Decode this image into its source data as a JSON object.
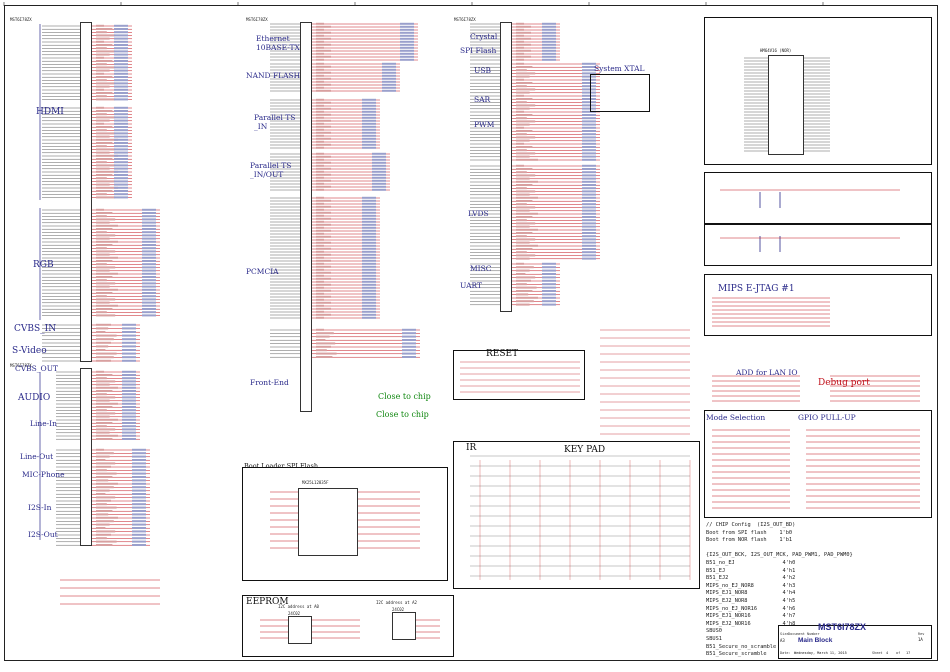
{
  "sheet": {
    "chips": {
      "u1a": "MST6I78ZX",
      "u1b": "MST6I78ZX",
      "u1c": "MST6I78ZX",
      "u1d": "MST6I78ZX",
      "flash_part": "MX25L12835F",
      "nor_flash": "HM64V16 (NOR)",
      "eeprom_a": "24C02",
      "eeprom_b": "24C02"
    },
    "left_sections": {
      "hdmi": "HDMI",
      "rgb": "RGB",
      "cvbs_in": "CVBS_IN",
      "svideo": "S-Video",
      "cvbs_out": "CVBS_OUT",
      "audio": "AUDIO",
      "line_in": "Line-In",
      "line_out": "Line-Out",
      "mic": "MIC-Phone",
      "i2s_in": "I2S-In",
      "i2s_out": "I2S-Out"
    },
    "mid_sections": {
      "ethernet": "Ethernet\n10BASE-TX",
      "nand": "NAND FLASH",
      "par_in": "Parallel TS\n_IN",
      "par_inout": "Parallel TS\n_IN/OUT",
      "pcmcia": "PCMCIA",
      "front_end": "Front-End",
      "close1": "Close to chip",
      "close2": "Close to chip"
    },
    "right_sections": {
      "crystal": "Crystal",
      "spi_flash": "SPI Flash",
      "usb": "USB",
      "sar": "SAR",
      "pwm": "PWM",
      "lvds": "LVDS",
      "misc": "MISC",
      "uart": "UART",
      "system_xtal": "System XTAL",
      "reset": "RESET",
      "ir": "IR",
      "key_pad": "KEY PAD",
      "mips_ejtag": "MIPS E-JTAG #1",
      "add_lan": "ADD for LAN IO",
      "debug_port": "Debug port",
      "boot_spi": "Boot Loader SPI Flash",
      "eeprom": "EEPROM",
      "mode_selection": "Mode Selection",
      "gpio_pullup": "GPIO PULL-UP",
      "eeprom_addr1": "I2C address at A0",
      "eeprom_addr2": "I2C address at A2"
    },
    "mode_text": [
      "// CHIP Config  (I2S_OUT_BD)",
      "Boot from SPI flash    1'b0",
      "Boot from NOR flash    1'b1",
      "",
      "{I2S_OUT_BCK, I2S_OUT_MCK, PAD_PWM1, PAD_PWM0}",
      "B51_no_EJ               4'h0",
      "B51_EJ                  4'h1",
      "B51_EJ2                 4'h2",
      "MIPS_no_EJ_NOR8         4'h3",
      "MIPS_EJ1_NOR8           4'h4",
      "MIPS_EJ2_NOR8           4'h5",
      "MIPS_no_EJ_NOR16        4'h6",
      "MIPS_EJ1_NOR16          4'h7",
      "MIPS_EJ2_NOR16          4'h8",
      "SBUS0                   4'h9",
      "SBUS1                   4'ha",
      "B51_Secure_no_scramble  4'hb",
      "B51_Secure_scramble     4'hc"
    ],
    "title_block": {
      "title": "MST6I78ZX",
      "doc_title": "Main Block",
      "size_label": "Size",
      "size": "A3",
      "doc_label": "Document Number",
      "rev_label": "Rev",
      "rev": "1A",
      "date_label": "Date:",
      "date": "Wednesday, March 11, 2015",
      "sheet_label": "Sheet",
      "sheet": "4",
      "of_label": "of",
      "of": "17"
    },
    "colors": {
      "wire": "#c0101a",
      "net_blue": "#2a2a8a",
      "pin_text": "#222222",
      "frame": "#111111"
    }
  }
}
